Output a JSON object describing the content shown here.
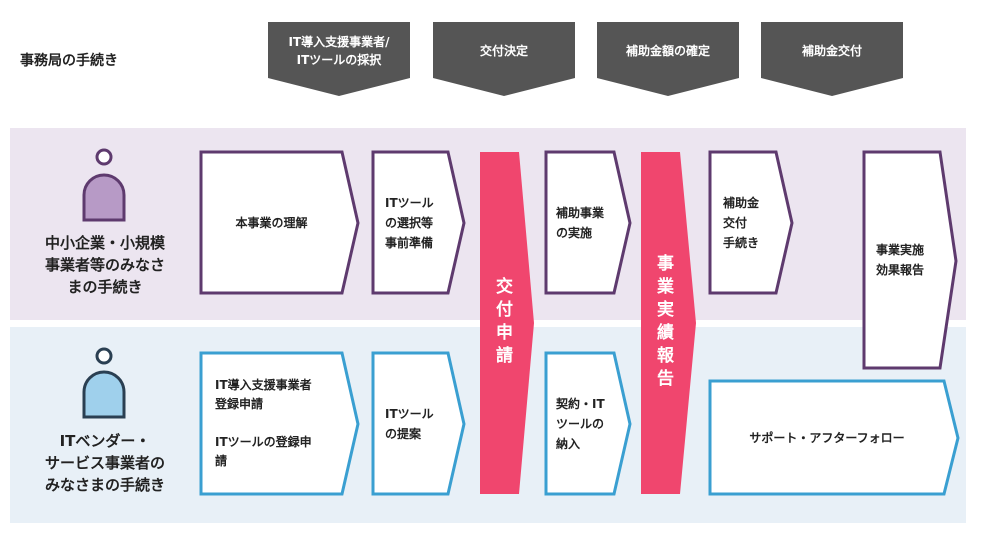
{
  "office": {
    "title": "事務局の手続き",
    "steps": [
      "IT導入支援事業者/\nITツールの採択",
      "交付決定",
      "補助金額の確定",
      "補助金交付"
    ]
  },
  "sme": {
    "label": "中小企業・小規模\n事業者等のみなさ\nまの手続き",
    "icon": "person-icon",
    "color": "#5e3a6e",
    "steps": [
      "本事業の理解",
      "ITツール\nの選択等\n事前準備",
      "補助事業\nの実施",
      "補助金\n交付\n手続き",
      "事業実施\n効果報告"
    ]
  },
  "vendor": {
    "label": "ITベンダー・\nサービス事業者の\nみなさまの手続き",
    "icon": "person-icon",
    "color": "#3a9fd1",
    "steps": [
      "IT導入支援事業者\n登録申請\n\nITツールの登録申\n請",
      "ITツール\nの提案",
      "契約・IT\nツールの\n納入",
      "サポート・アフターフォロー"
    ]
  },
  "shared": {
    "apply": "交付申請",
    "report": "事業実績報告",
    "color": "#f0466e"
  },
  "colors": {
    "header": "#555555",
    "band_top": "#ece5f0",
    "band_bottom": "#e8f0f7"
  }
}
